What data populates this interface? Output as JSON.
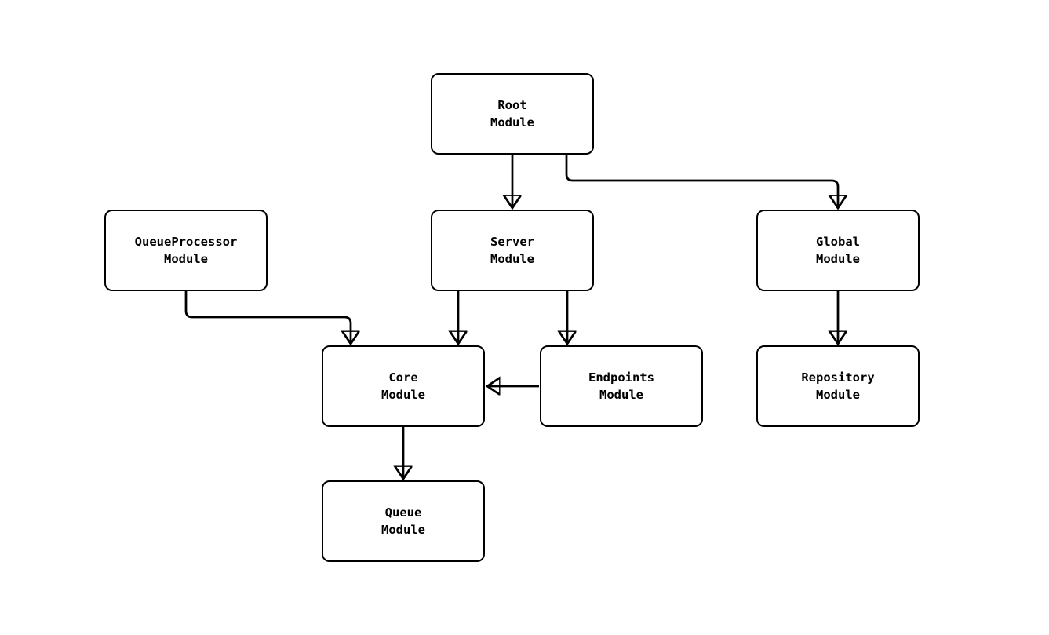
{
  "diagram": {
    "type": "module-dependency-flowchart",
    "background_color": "#ffffff",
    "node_fill_color": "#ffffff",
    "stroke_color": "#000000",
    "text_color": "#000000",
    "nodes": [
      {
        "id": "root",
        "line1": "Root",
        "line2": "Module"
      },
      {
        "id": "queueprocessor",
        "line1": "QueueProcessor",
        "line2": "Module"
      },
      {
        "id": "server",
        "line1": "Server",
        "line2": "Module"
      },
      {
        "id": "global",
        "line1": "Global",
        "line2": "Module"
      },
      {
        "id": "core",
        "line1": "Core",
        "line2": "Module"
      },
      {
        "id": "endpoints",
        "line1": "Endpoints",
        "line2": "Module"
      },
      {
        "id": "repository",
        "line1": "Repository",
        "line2": "Module"
      },
      {
        "id": "queue",
        "line1": "Queue",
        "line2": "Module"
      }
    ],
    "edges": [
      {
        "from": "Root Module",
        "to": "Server Module"
      },
      {
        "from": "Root Module",
        "to": "Global Module"
      },
      {
        "from": "QueueProcessor Module",
        "to": "Core Module"
      },
      {
        "from": "Server Module",
        "to": "Core Module"
      },
      {
        "from": "Server Module",
        "to": "Endpoints Module"
      },
      {
        "from": "Endpoints Module",
        "to": "Core Module"
      },
      {
        "from": "Global Module",
        "to": "Repository Module"
      },
      {
        "from": "Core Module",
        "to": "Queue Module"
      }
    ]
  }
}
